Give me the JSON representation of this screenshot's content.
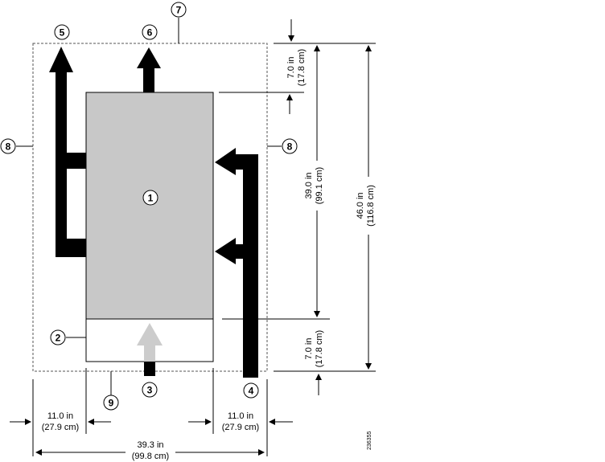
{
  "callouts": {
    "c1": "1",
    "c2": "2",
    "c3": "3",
    "c4": "4",
    "c5": "5",
    "c6": "6",
    "c7": "7",
    "c8_left": "8",
    "c8_right": "8",
    "c9": "9"
  },
  "dimensions": {
    "top_clearance": {
      "in": "7.0 in",
      "cm": "(17.8 cm)"
    },
    "chassis_height": {
      "in": "39.0 in",
      "cm": "(99.1 cm)"
    },
    "total_height": {
      "in": "46.0 in",
      "cm": "(116.8 cm)"
    },
    "bottom_clearance": {
      "in": "7.0 in",
      "cm": "(17.8 cm)"
    },
    "left_side": {
      "in": "11.0 in",
      "cm": "(27.9 cm)"
    },
    "right_side": {
      "in": "11.0 in",
      "cm": "(27.9 cm)"
    },
    "total_width": {
      "in": "39.3 in",
      "cm": "(99.8 cm)"
    }
  },
  "figure_id": "236355",
  "colors": {
    "chassis_fill": "#c8c8c8",
    "airflow_black": "#000000",
    "intake_arrow": "#cccccc",
    "dashed_boundary": "#555555"
  }
}
